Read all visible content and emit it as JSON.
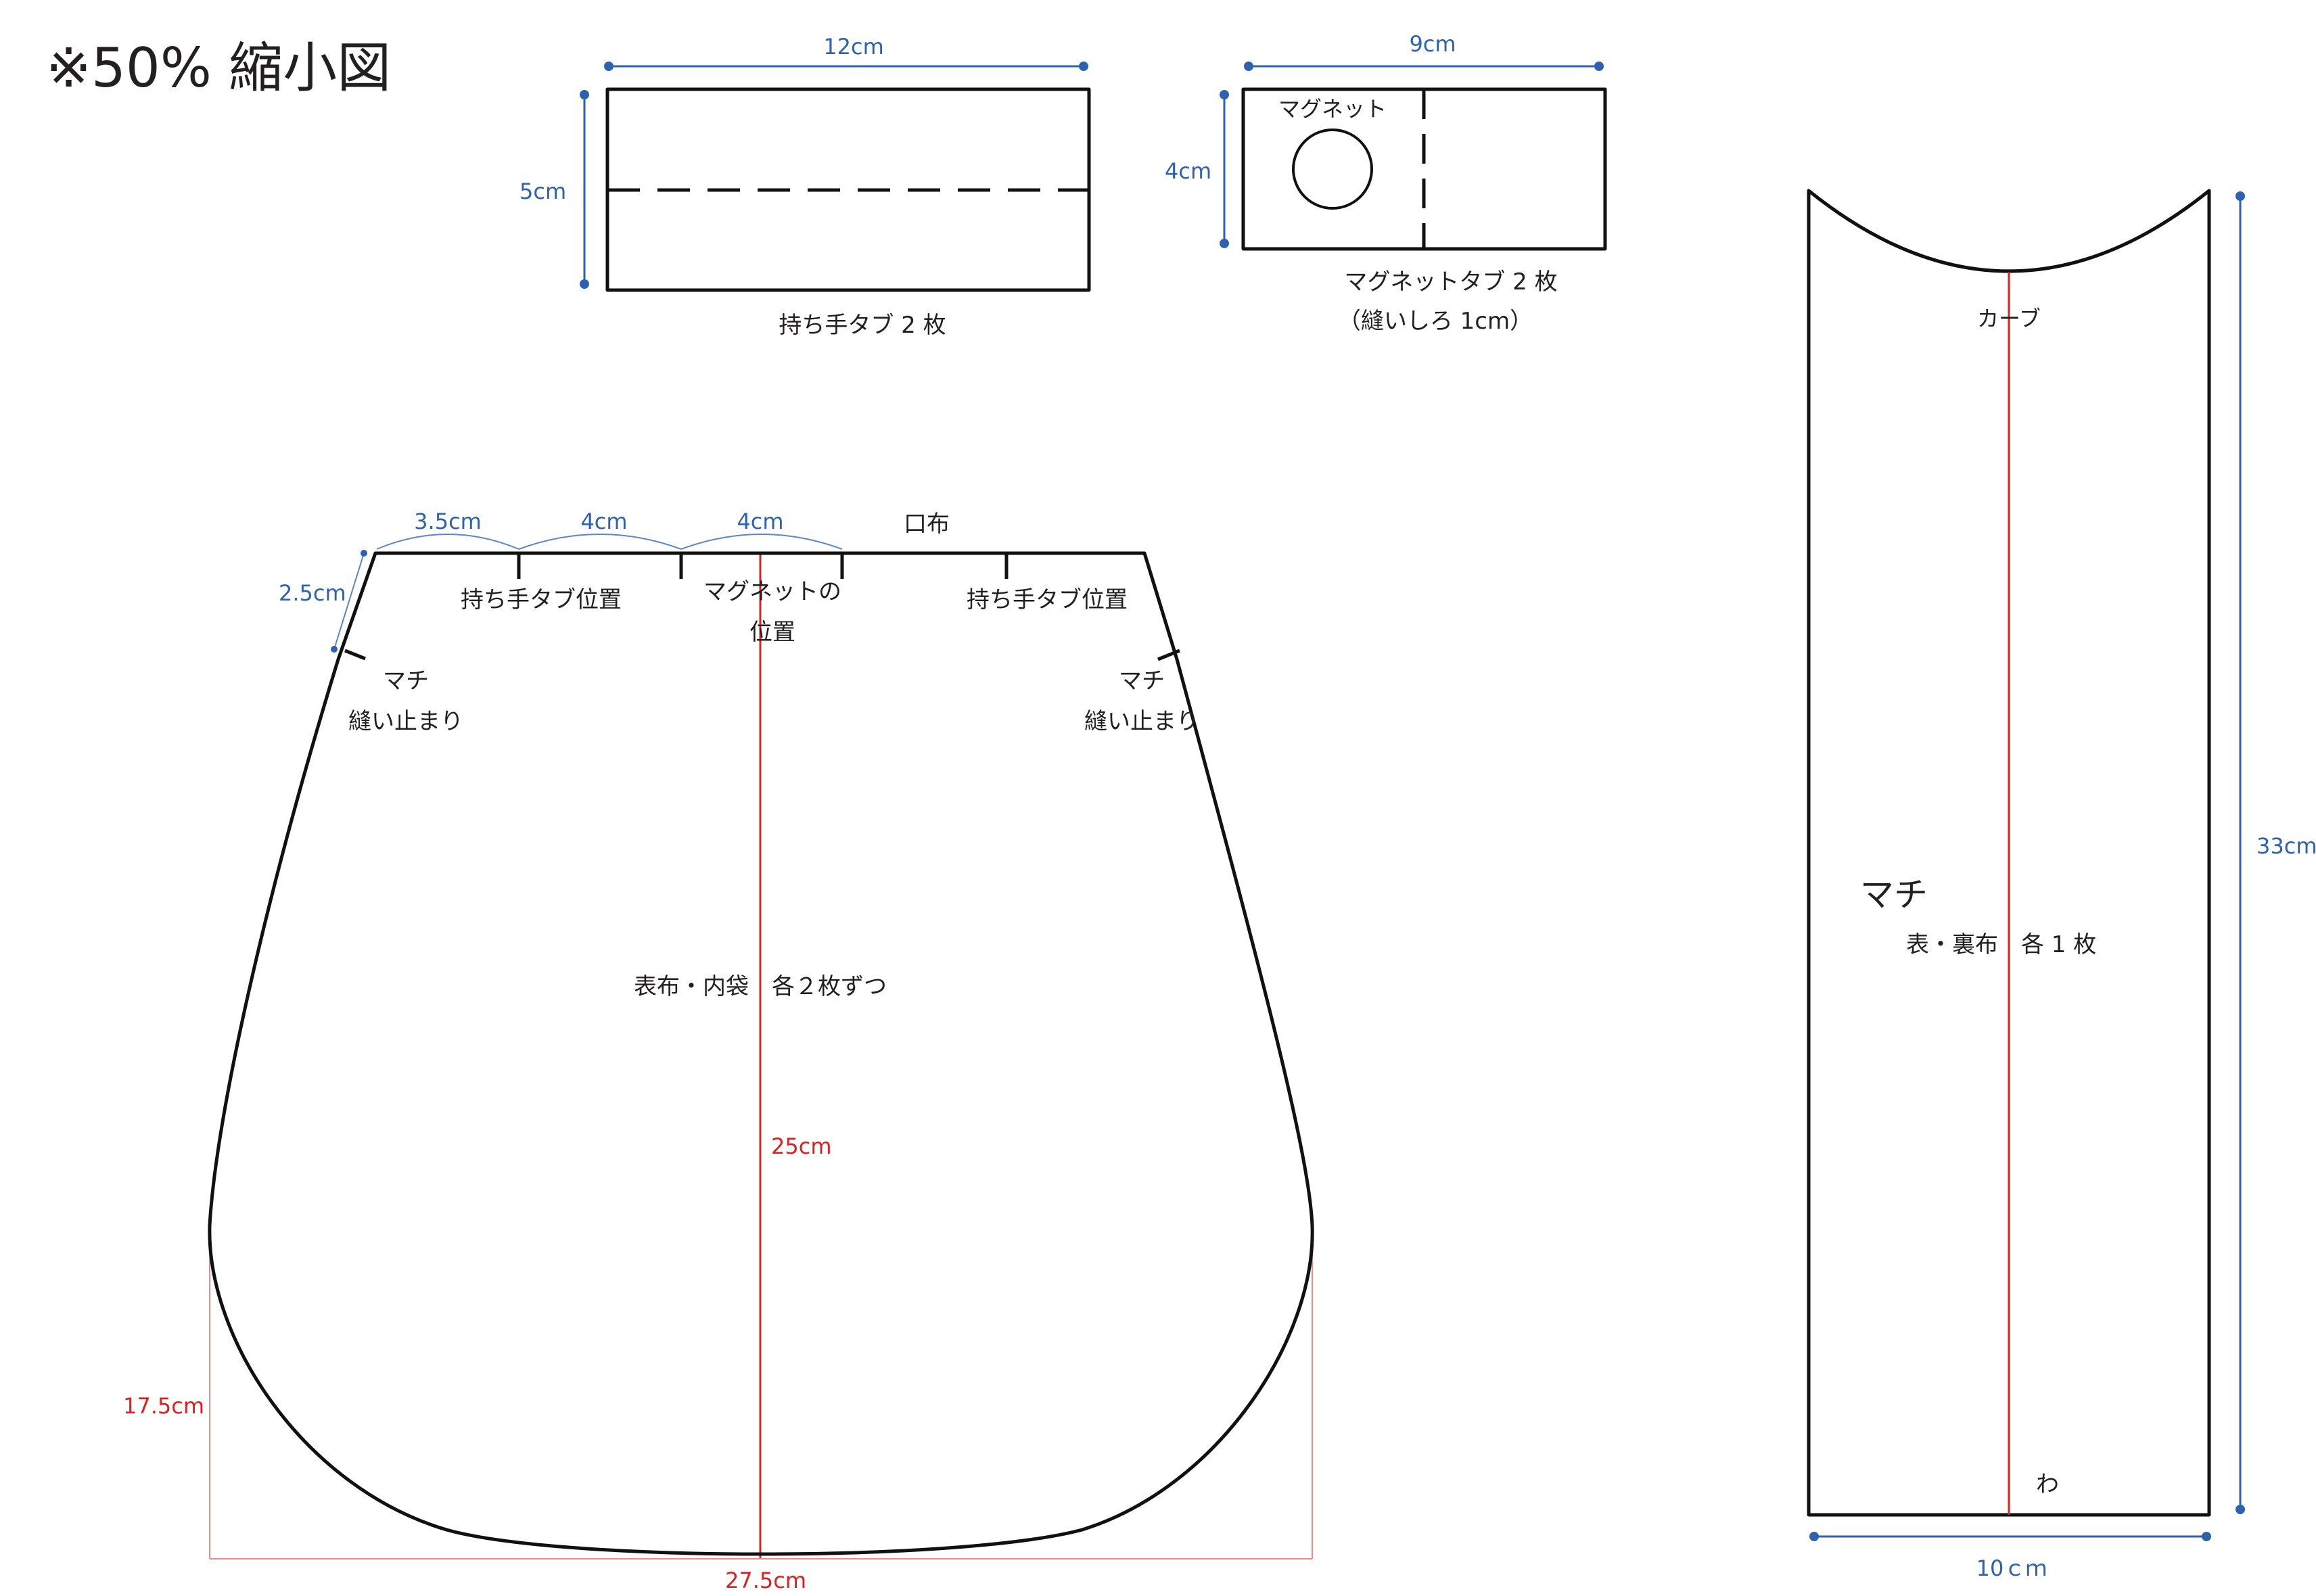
{
  "title": "※50% 縮小図",
  "colors": {
    "outline": "#111111",
    "dimension": "#2f62ae",
    "centerline": "#e02020",
    "text": "#231f20"
  },
  "handle_tab": {
    "width_label": "12cm",
    "height_label": "5cm",
    "caption": "持ち手タブ 2 枚"
  },
  "magnet_tab": {
    "width_label": "9cm",
    "height_label": "4cm",
    "magnet_label": "マグネット",
    "caption": "マグネットタブ 2 枚",
    "note": "（縫いしろ 1cm）"
  },
  "gusset": {
    "curve_label": "カーブ",
    "name": "マチ",
    "pieces": "表・裏布　各 1 枚",
    "fold_label": "わ",
    "height_label": "33cm",
    "width_label": "10ｃｍ"
  },
  "body_panel": {
    "top_label": "口布",
    "spacing_labels": [
      "3.5cm",
      "4cm",
      "4cm"
    ],
    "side_offset_label": "2.5cm",
    "handle_pos_left": "持ち手タブ位置",
    "handle_pos_right": "持ち手タブ位置",
    "magnet_pos_line1": "マグネットの",
    "magnet_pos_line2": "位置",
    "gusset_stop_left_1": "マチ",
    "gusset_stop_left_2": "縫い止まり",
    "gusset_stop_right_1": "マチ",
    "gusset_stop_right_2": "縫い止まり",
    "pieces": "表布・内袋　各２枚ずつ",
    "height_label": "25cm",
    "curve_height_label": "17.5cm",
    "width_label": "27.5cm"
  }
}
